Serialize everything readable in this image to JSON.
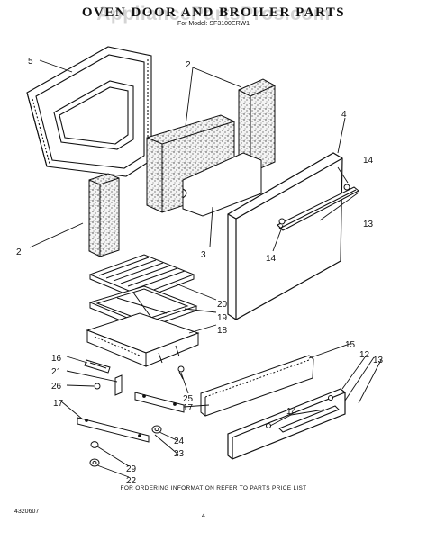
{
  "header": {
    "title": "OVEN DOOR AND BROILER PARTS",
    "subtitle": "For Model: SF3100ERW1",
    "watermark": "AppliancePartsPros.com"
  },
  "footer": {
    "ordering_note": "FOR ORDERING INFORMATION REFER TO PARTS PRICE LIST",
    "diagram_number": "4320607",
    "page_number": "4"
  },
  "callouts": [
    {
      "id": "c5",
      "text": "5"
    },
    {
      "id": "c2a",
      "text": "2"
    },
    {
      "id": "c4",
      "text": "4"
    },
    {
      "id": "c14a",
      "text": "14"
    },
    {
      "id": "c13a",
      "text": "13"
    },
    {
      "id": "c2b",
      "text": "2"
    },
    {
      "id": "c3",
      "text": "3"
    },
    {
      "id": "c14b",
      "text": "14"
    },
    {
      "id": "c20",
      "text": "20"
    },
    {
      "id": "c19",
      "text": "19"
    },
    {
      "id": "c18",
      "text": "18"
    },
    {
      "id": "c16",
      "text": "16"
    },
    {
      "id": "c21",
      "text": "21"
    },
    {
      "id": "c26",
      "text": "26"
    },
    {
      "id": "c25",
      "text": "25"
    },
    {
      "id": "c17a",
      "text": "17"
    },
    {
      "id": "c17b",
      "text": "17"
    },
    {
      "id": "c15",
      "text": "15"
    },
    {
      "id": "c12",
      "text": "12"
    },
    {
      "id": "c13b",
      "text": "13"
    },
    {
      "id": "c14c",
      "text": "14"
    },
    {
      "id": "c24",
      "text": "24"
    },
    {
      "id": "c23",
      "text": "23"
    },
    {
      "id": "c29",
      "text": "29"
    },
    {
      "id": "c22",
      "text": "22"
    }
  ]
}
